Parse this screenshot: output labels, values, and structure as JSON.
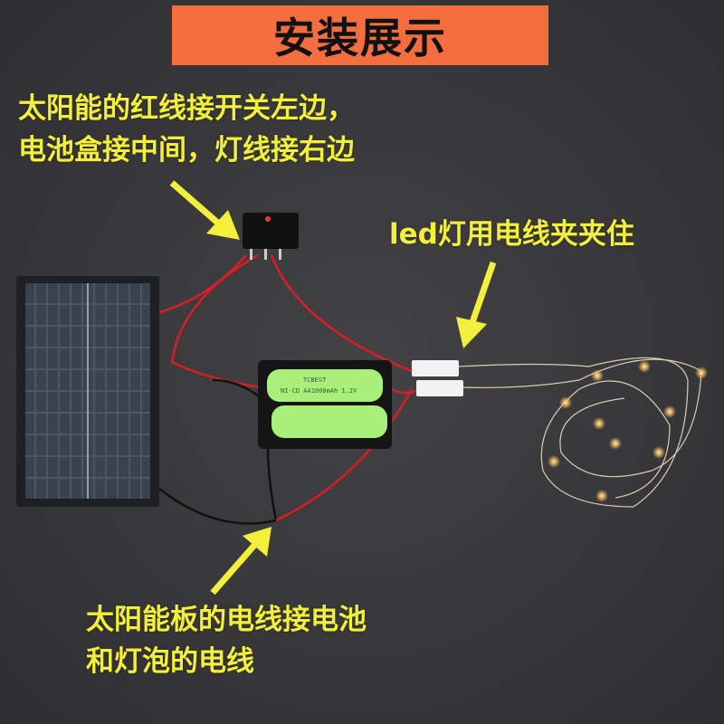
{
  "title": "安装展示",
  "annotations": {
    "switch_note": [
      "太阳能的红线接开关左边，",
      "电池盒接中间，灯线接右边"
    ],
    "led_note": "led灯用电线夹夹住",
    "solar_note": [
      "太阳能板的电线接电池",
      "和灯泡的电线"
    ]
  },
  "battery_labels": {
    "brand": "TCBEST",
    "spec": "NI-CD AA1000mAh 1.2V"
  },
  "colors": {
    "banner": "#f36d3e",
    "annotation_text": "#f4ef3a",
    "background": "#3b3b3d",
    "wire_red": "#d81e24",
    "battery_green": "#a8f07a"
  }
}
